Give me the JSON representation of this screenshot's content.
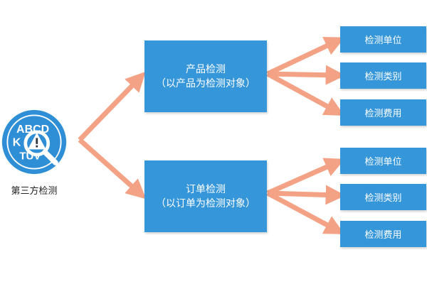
{
  "root": {
    "label": "第三方检测",
    "logo_letters": [
      "ABCD",
      "K",
      "TUV"
    ]
  },
  "branches": [
    {
      "title": "产品检测",
      "subtitle": "（以产品为检测对象）",
      "children": [
        "检测单位",
        "检测类别",
        "检测费用"
      ]
    },
    {
      "title": "订单检测",
      "subtitle": "（以订单为检测对象）",
      "children": [
        "检测单位",
        "检测类别",
        "检测费用"
      ]
    }
  ],
  "colors": {
    "box": "#3596d9",
    "arrow": "#f4a285",
    "logo_circle": "#2f8fd6",
    "warning": "#f0c419"
  },
  "icons": [
    "magnifier-icon",
    "warning-icon"
  ]
}
